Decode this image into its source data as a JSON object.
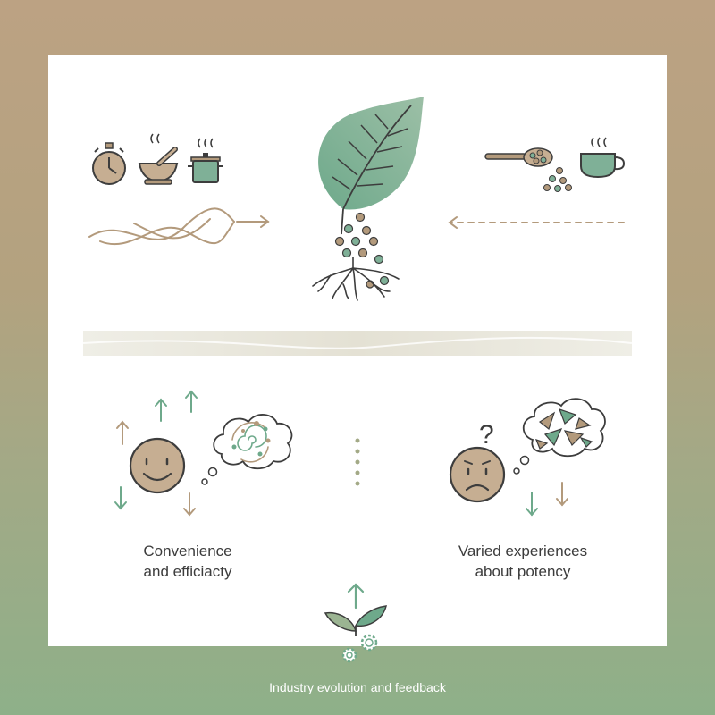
{
  "captions": {
    "left_line1": "Convenience",
    "left_line2": "and efficiacty",
    "right_line1": "Varied experiences",
    "right_line2": "about potency"
  },
  "footer": {
    "label": "Industry evolution and feedback"
  },
  "symbols": {
    "question_mark": "?"
  },
  "colors": {
    "teal_green": "#6ea98b",
    "tan": "#b39a7c",
    "brown_outline": "#3d3d3d",
    "sage": "#9bb492"
  },
  "icons": [
    "stopwatch-icon",
    "mortar-pestle-icon",
    "cooking-pot-icon",
    "spoon-of-seeds-icon",
    "tea-cup-icon",
    "leaf-icon",
    "roots-icon",
    "happy-face-icon",
    "worried-face-icon",
    "thought-bubble-icon",
    "sprout-gears-icon"
  ]
}
